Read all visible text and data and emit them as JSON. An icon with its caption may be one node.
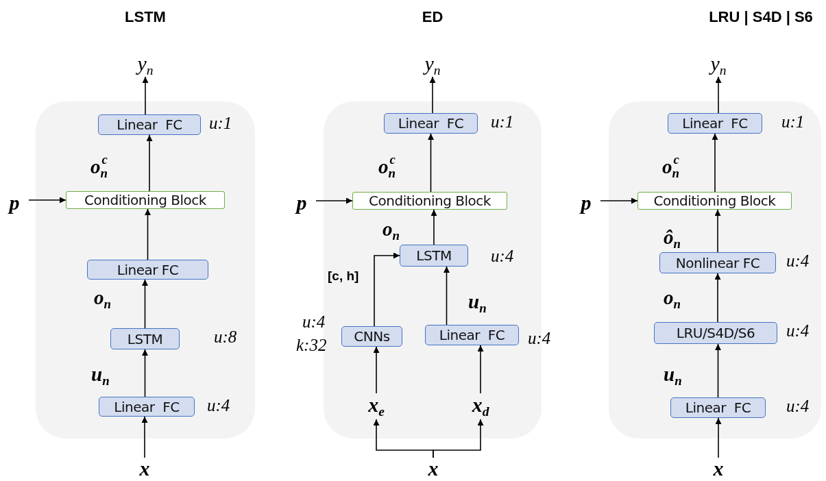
{
  "diagram": {
    "nodes": [
      {
        "text": [],
        "shape": "box"
      },
      {
        "text": [
          "y$_{n}$"
        ]
      },
      {
        "text": [
          "Linear  FC"
        ],
        "in": 0,
        "beside": [
          "u:1"
        ]
      },
      {
        "text": [
          "Conditioning Block"
        ],
        "in": 0
      },
      {
        "text": [
          "p"
        ]
      },
      {
        "text": [
          "Linear FC"
        ],
        "in": 0
      },
      {
        "text": [
          "LSTM"
        ],
        "in": 0,
        "beside": [
          "u:8"
        ]
      },
      {
        "text": [
          "Linear  FC"
        ],
        "in": 0,
        "beside": [
          "u:4"
        ]
      },
      {
        "text": [
          "x"
        ]
      },
      {
        "text": [],
        "shape": "box"
      },
      {
        "text": [
          "y$_{n}$"
        ]
      },
      {
        "text": [
          "Linear  FC"
        ],
        "in": 9,
        "beside": [
          "u:1"
        ]
      },
      {
        "text": [
          "Conditioning Block"
        ],
        "in": 9
      },
      {
        "text": [
          "p"
        ]
      },
      {
        "text": [
          "LSTM"
        ],
        "in": 9,
        "beside": [
          "u:4"
        ]
      },
      {
        "text": [
          "CNNs"
        ],
        "in": 9,
        "beside": [
          "u:4",
          "k:32"
        ]
      },
      {
        "text": [
          "Linear  FC"
        ],
        "in": 9,
        "beside": [
          "u:4"
        ]
      },
      {
        "text": [
          "x$_{e}$"
        ],
        "in": 9
      },
      {
        "text": [
          "x$_{d}$"
        ],
        "in": 9
      },
      {
        "text": [
          "x"
        ]
      },
      {
        "text": [],
        "shape": "box"
      },
      {
        "text": [
          "y$_{n}$"
        ]
      },
      {
        "text": [
          "Linear  FC"
        ],
        "in": 20,
        "beside": [
          "u:1"
        ]
      },
      {
        "text": [
          "Conditioning Block"
        ],
        "in": 20
      },
      {
        "text": [
          "p"
        ]
      },
      {
        "text": [
          "Nonlinear FC"
        ],
        "in": 20,
        "beside": [
          "u:4"
        ]
      },
      {
        "text": [
          "LRU/S4D/S6"
        ],
        "in": 20,
        "beside": [
          "u:4"
        ]
      },
      {
        "text": [
          "Linear  FC"
        ],
        "in": 20,
        "beside": [
          "u:4"
        ]
      },
      {
        "text": [
          "x"
        ]
      }
    ],
    "edges": [
      {
        "from": 2,
        "to": 1,
        "arrow": "to"
      },
      {
        "from": 3,
        "to": 2,
        "arrow": "to",
        "label": "o$_{n}$$^{c}$"
      },
      {
        "from": 4,
        "to": 3,
        "arrow": "to"
      },
      {
        "from": 5,
        "to": 3,
        "arrow": "to"
      },
      {
        "from": 6,
        "to": 5,
        "arrow": "to",
        "label": "o$_{n}$"
      },
      {
        "from": 7,
        "to": 6,
        "arrow": "to",
        "label": "u$_{n}$"
      },
      {
        "from": 8,
        "to": 7,
        "arrow": "to"
      },
      {
        "from": 11,
        "to": 10,
        "arrow": "to"
      },
      {
        "from": 12,
        "to": 11,
        "arrow": "to",
        "label": "o$_{n}$$^{c}$"
      },
      {
        "from": 13,
        "to": 12,
        "arrow": "to"
      },
      {
        "from": 14,
        "to": 12,
        "arrow": "to",
        "label": "o$_{n}$"
      },
      {
        "from": 15,
        "to": 14,
        "arrow": "to",
        "label": "[c, h]"
      },
      {
        "from": 16,
        "to": 14,
        "arrow": "to",
        "label": "u$_{n}$"
      },
      {
        "from": 17,
        "to": 15,
        "arrow": "to"
      },
      {
        "from": 18,
        "to": 16,
        "arrow": "to"
      },
      {
        "from": 19,
        "to": 17,
        "arrow": "to"
      },
      {
        "from": 19,
        "to": 18,
        "arrow": "to"
      },
      {
        "from": 22,
        "to": 21,
        "arrow": "to"
      },
      {
        "from": 23,
        "to": 22,
        "arrow": "to",
        "label": "o$_{n}$$^{c}$"
      },
      {
        "from": 24,
        "to": 23,
        "arrow": "to"
      },
      {
        "from": 25,
        "to": 23,
        "arrow": "to",
        "label": "ô$_{n}$"
      },
      {
        "from": 26,
        "to": 25,
        "arrow": "to",
        "label": "o$_{n}$"
      },
      {
        "from": 27,
        "to": 26,
        "arrow": "to",
        "label": "u$_{n}$"
      },
      {
        "from": 28,
        "to": 27,
        "arrow": "to"
      }
    ],
    "labels": [
      "LSTM",
      "ED",
      "LRU | S4D | S6"
    ]
  }
}
